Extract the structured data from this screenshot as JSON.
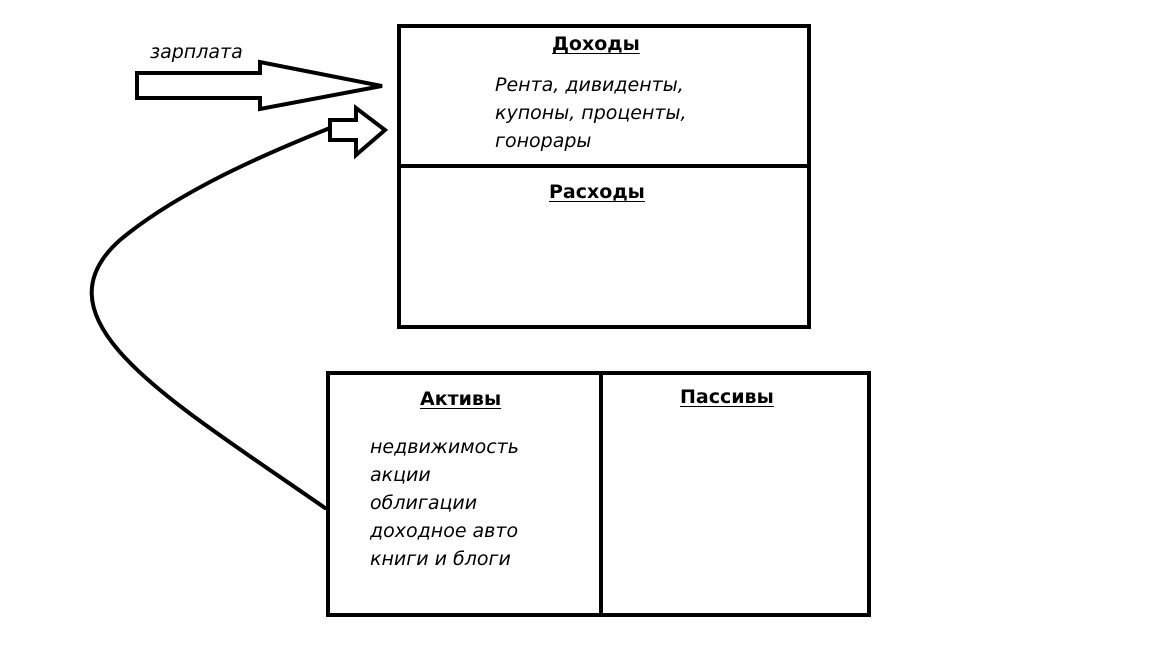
{
  "salary_label": "зарплата",
  "income_statement": {
    "income": {
      "title": "Доходы",
      "items": [
        "Рента, дивиденты,",
        "купоны, проценты,",
        "гонорары"
      ]
    },
    "expenses": {
      "title": "Расходы"
    }
  },
  "balance_sheet": {
    "assets": {
      "title": "Активы",
      "items": [
        "недвижимость",
        "акции",
        "облигации",
        "доходное авто",
        "книги и блоги"
      ]
    },
    "liabilities": {
      "title": "Пассивы"
    }
  }
}
